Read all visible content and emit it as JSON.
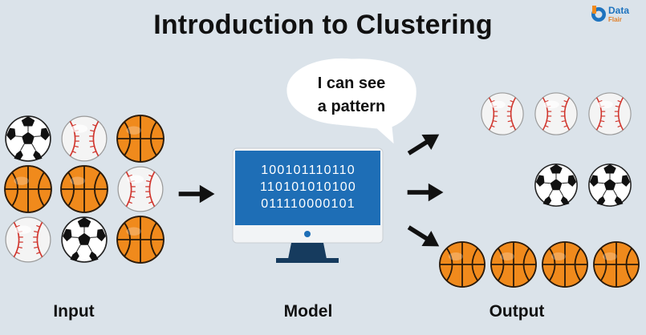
{
  "title": "Introduction to Clustering",
  "logo": {
    "text": "Data",
    "sub": "Flair"
  },
  "speech_bubble": {
    "lines": [
      "I can see",
      "a pattern"
    ]
  },
  "monitor": {
    "binary_lines": [
      "100101110110",
      "110101010100",
      "011110000101"
    ]
  },
  "labels": {
    "input": "Input",
    "model": "Model",
    "output": "Output"
  },
  "input_grid": [
    [
      "soccer",
      "baseball",
      "basketball"
    ],
    [
      "basketball",
      "basketball",
      "baseball"
    ],
    [
      "baseball",
      "soccer",
      "basketball"
    ]
  ],
  "output_clusters": [
    [
      "baseball",
      "baseball",
      "baseball"
    ],
    [
      "soccer",
      "soccer"
    ],
    [
      "basketball",
      "basketball",
      "basketball",
      "basketball"
    ]
  ],
  "colors": {
    "background": "#dbe3ea",
    "screen": "#1e6eb6",
    "basketball": "#f08a1c",
    "baseball_stitch": "#d0342c",
    "arrow": "#111111"
  }
}
